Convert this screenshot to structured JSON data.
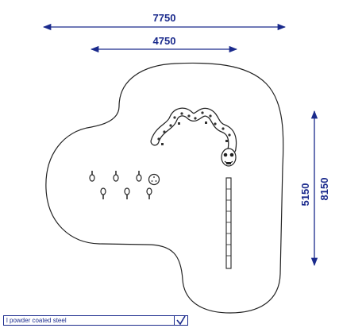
{
  "dimensions": {
    "overall_width": "7750",
    "inner_width": "4750",
    "depth_inner": "5150",
    "depth_overall": "8150"
  },
  "legend": {
    "material_text": "l powder coated steel",
    "check_icon": "checkmark-icon"
  },
  "colors": {
    "dimension": "#1a2a8c",
    "outline": "#222222"
  }
}
